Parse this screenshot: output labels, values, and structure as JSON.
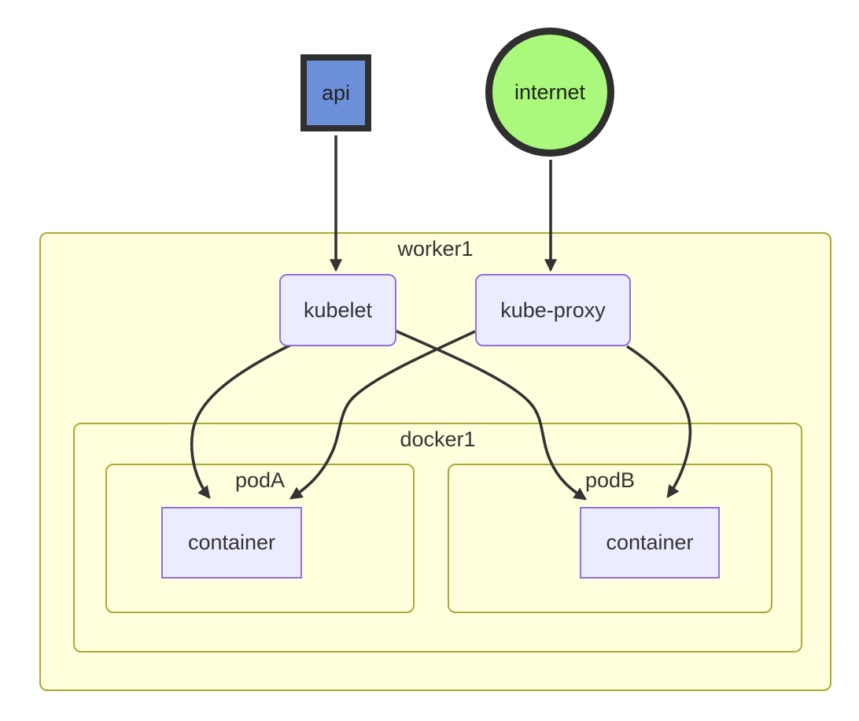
{
  "diagram": {
    "type": "flowchart",
    "nodes": {
      "api": {
        "label": "api",
        "shape": "square"
      },
      "internet": {
        "label": "internet",
        "shape": "circle"
      },
      "kubelet": {
        "label": "kubelet",
        "shape": "rounded"
      },
      "kube_proxy": {
        "label": "kube-proxy",
        "shape": "rounded"
      },
      "container_a": {
        "label": "container",
        "shape": "rect"
      },
      "container_b": {
        "label": "container",
        "shape": "rect"
      }
    },
    "clusters": {
      "worker1": {
        "label": "worker1"
      },
      "docker1": {
        "label": "docker1"
      },
      "podA": {
        "label": "podA"
      },
      "podB": {
        "label": "podB"
      }
    },
    "edges": [
      {
        "from": "api",
        "to": "kubelet"
      },
      {
        "from": "internet",
        "to": "kube-proxy"
      },
      {
        "from": "kubelet",
        "to": "container_a"
      },
      {
        "from": "kubelet",
        "to": "container_b"
      },
      {
        "from": "kube-proxy",
        "to": "container_a"
      },
      {
        "from": "kube-proxy",
        "to": "container_b"
      }
    ],
    "colors": {
      "cluster_fill": "#ffffde",
      "cluster_border": "#aaaa33",
      "node_fill": "#ececff",
      "node_border": "#9370db",
      "edge_color": "#333333",
      "text_color": "#333333",
      "api_fill": "#6c8fd9",
      "api_border": "#2f2f2f",
      "internet_fill": "#aaf97c",
      "internet_border": "#2f2f2f"
    }
  }
}
